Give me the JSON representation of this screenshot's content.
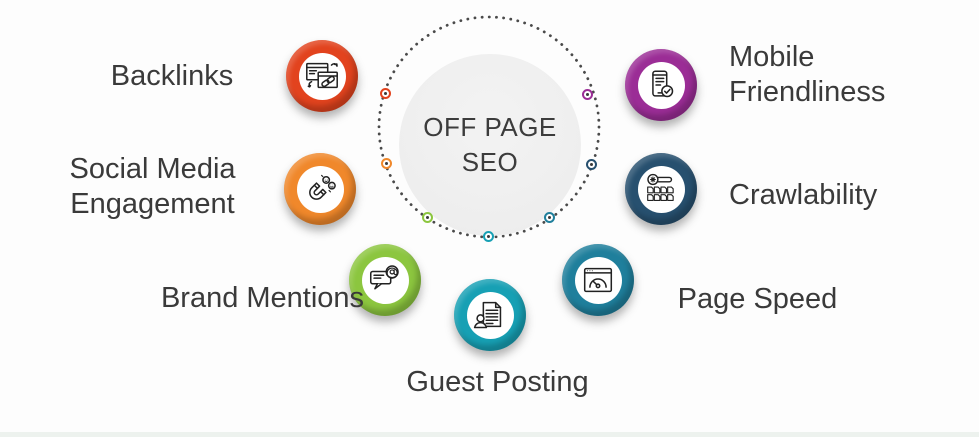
{
  "center": {
    "title": "OFF PAGE SEO"
  },
  "items": [
    {
      "id": "backlinks",
      "label": "Backlinks",
      "icon": "backlinks-icon",
      "color": "#E2431E"
    },
    {
      "id": "social",
      "label": "Social Media Engagement",
      "icon": "magnet-icon",
      "color": "#F0882B"
    },
    {
      "id": "brand",
      "label": "Brand Mentions",
      "icon": "mention-icon",
      "color": "#8CC63F"
    },
    {
      "id": "guest",
      "label": "Guest Posting",
      "icon": "author-doc-icon",
      "color": "#17A0B4"
    },
    {
      "id": "speed",
      "label": "Page Speed",
      "icon": "speedometer-icon",
      "color": "#1F7F9C"
    },
    {
      "id": "crawl",
      "label": "Crawlability",
      "icon": "crawler-icon",
      "color": "#27506F"
    },
    {
      "id": "mobile",
      "label": "Mobile Friendliness",
      "icon": "mobile-check-icon",
      "color": "#9B2D96"
    }
  ],
  "orbit": {
    "dot_color": "#4A4A4A"
  },
  "colors": {
    "background": "#FDFDFD",
    "text": "#3A3A3A",
    "footer_bar": "#EDF2EE",
    "center_circle": "#EFEFEF"
  }
}
